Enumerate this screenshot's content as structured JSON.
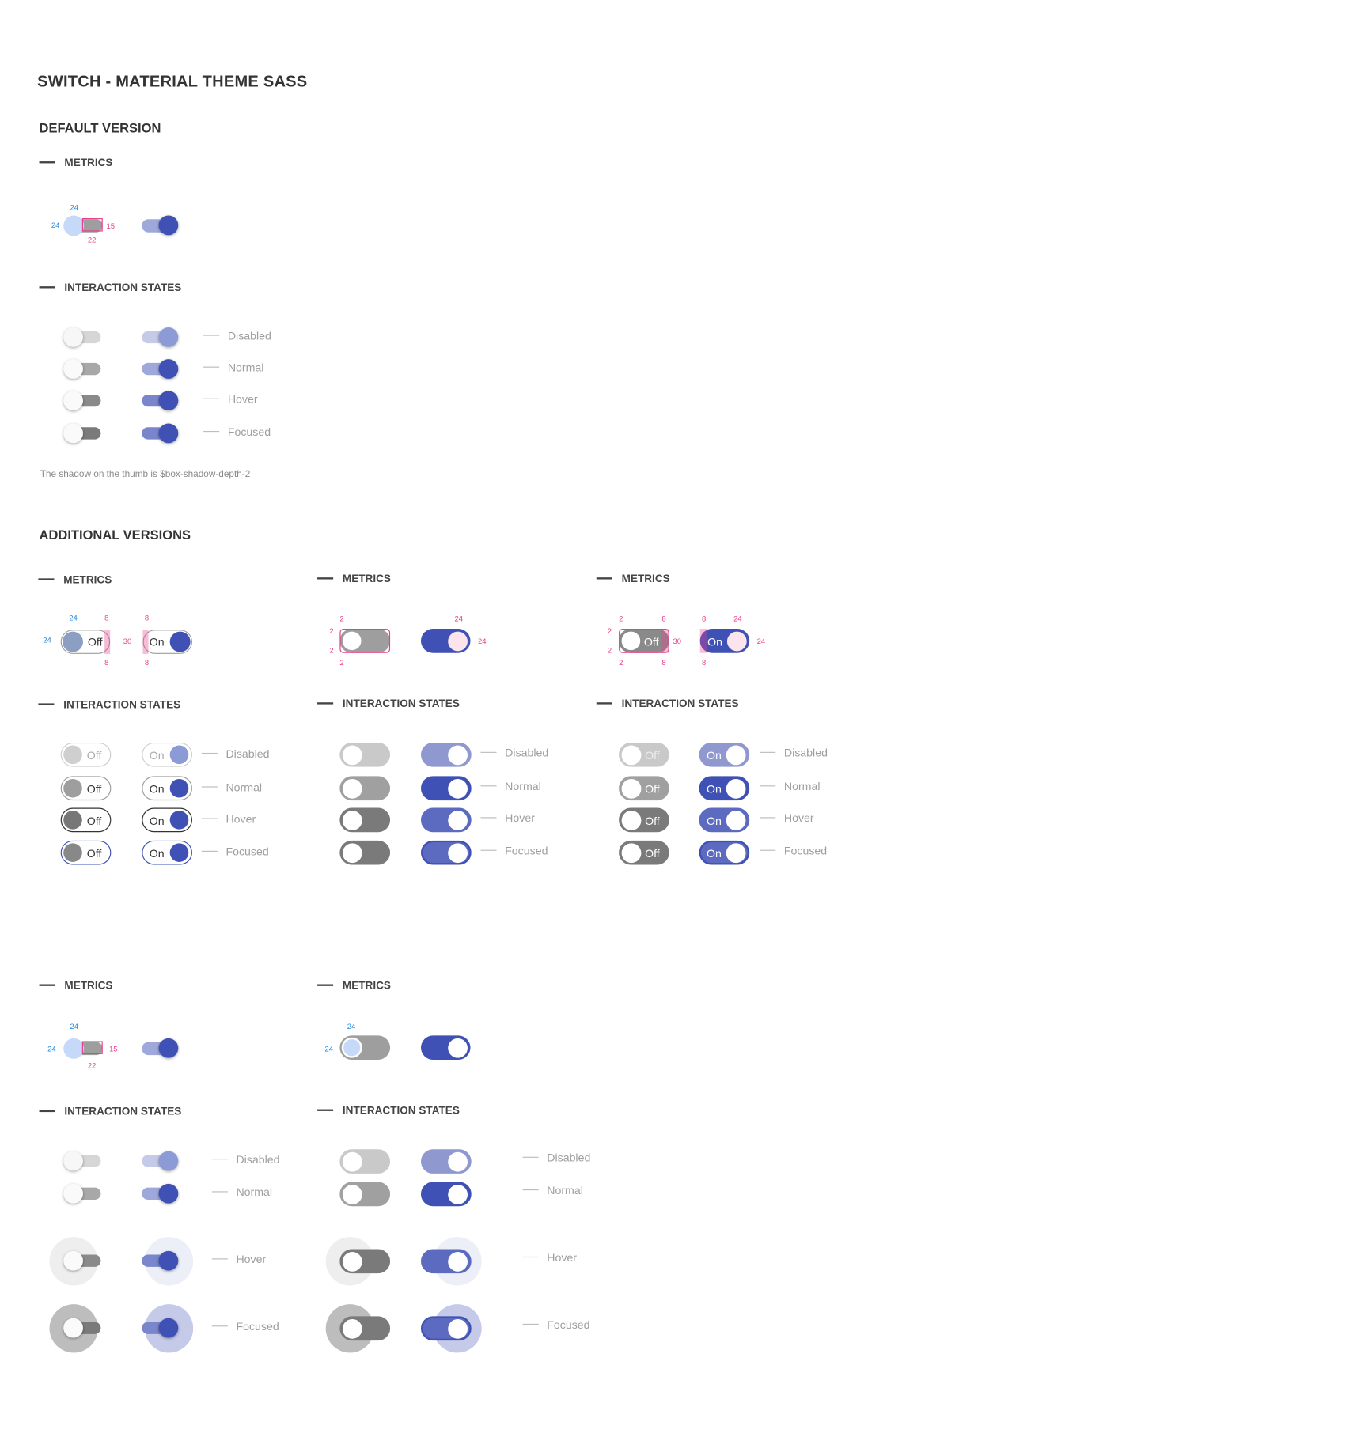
{
  "page_title": "SWITCH - MATERIAL THEME SASS",
  "default_version": {
    "title": "DEFAULT VERSION",
    "metrics_heading": "METRICS",
    "metric_labels": {
      "thumb_w": "24",
      "thumb_h": "24",
      "track_h": "15",
      "track_w": "22"
    },
    "states_heading": "INTERACTION STATES",
    "states": [
      "Disabled",
      "Normal",
      "Hover",
      "Focused"
    ],
    "note": "The shadow on the thumb is $box-shadow-depth-2"
  },
  "additional_versions": {
    "title": "ADDITIONAL VERSIONS",
    "col1": {
      "metrics_heading": "METRICS",
      "metric_labels": {
        "a": "24",
        "b": "8",
        "c": "8",
        "d": "24",
        "e": "30",
        "f": "8",
        "g": "8"
      },
      "states_heading": "INTERACTION STATES",
      "states": [
        "Disabled",
        "Normal",
        "Hover",
        "Focused"
      ]
    },
    "col2": {
      "metrics_heading": "METRICS",
      "metric_labels": {
        "a": "2",
        "b": "2",
        "c": "2",
        "d": "2",
        "e": "24",
        "f": "24"
      },
      "states_heading": "INTERACTION STATES",
      "states": [
        "Disabled",
        "Normal",
        "Hover",
        "Focused"
      ]
    },
    "col3": {
      "metrics_heading": "METRICS",
      "metric_labels": {
        "a": "2",
        "b": "8",
        "c": "2",
        "d": "2",
        "e": "2",
        "f": "8",
        "g": "30",
        "h": "8",
        "i": "24",
        "j": "8",
        "k": "24"
      },
      "states_heading": "INTERACTION STATES",
      "states": [
        "Disabled",
        "Normal",
        "Hover",
        "Focused"
      ]
    },
    "col4": {
      "metrics_heading": "METRICS",
      "metric_labels": {
        "a": "24",
        "b": "24",
        "c": "15",
        "d": "22"
      },
      "states_heading": "INTERACTION STATES",
      "states": [
        "Disabled",
        "Normal",
        "Hover",
        "Focused"
      ]
    },
    "col5": {
      "metrics_heading": "METRICS",
      "metric_labels": {
        "a": "24",
        "b": "24"
      },
      "states_heading": "INTERACTION STATES",
      "states": [
        "Disabled",
        "Normal",
        "Hover",
        "Focused"
      ]
    }
  },
  "switch_text": {
    "off": "Off",
    "on": "On"
  },
  "colors": {
    "primary": "#3f51b5",
    "primary_light": "#9fa8da",
    "off_track": "#9e9e9e",
    "off_thumb": "#fafafa",
    "dimension_pink": "#e83e8c",
    "dimension_blue": "#1e88e5"
  }
}
